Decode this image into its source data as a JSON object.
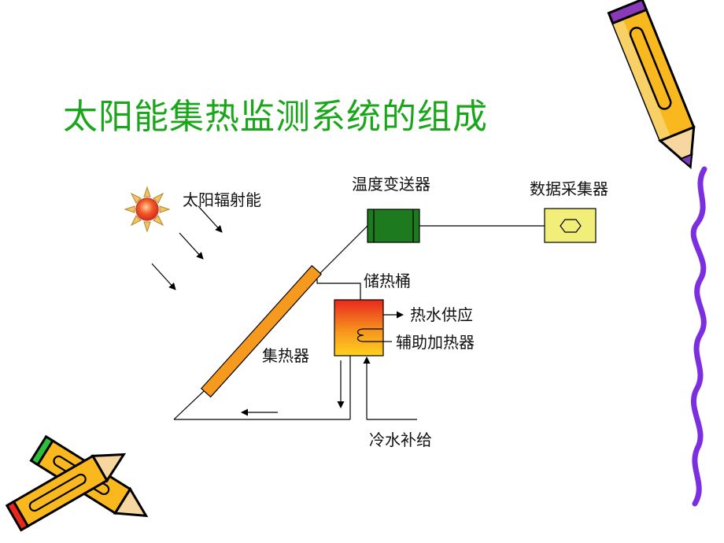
{
  "slide": {
    "title": "太阳能集热监测系统的组成"
  },
  "diagram": {
    "solar_label": "太阳辐射能",
    "transmitter_label": "温度变送器",
    "collector_device_label": "数据采集器",
    "tank_label": "储热桶",
    "hot_water_label": "热水供应",
    "heater_label": "辅助加热器",
    "collector_label": "集热器",
    "cold_water_label": "冷水补给"
  },
  "colors": {
    "title": "#1aa61a",
    "transmitter": "#1e7a1e",
    "data_collector": "#f2ee7a",
    "collector_panel": "#f59a1e",
    "tank_top": "#e8281e",
    "tank_bottom": "#ffd21e"
  }
}
